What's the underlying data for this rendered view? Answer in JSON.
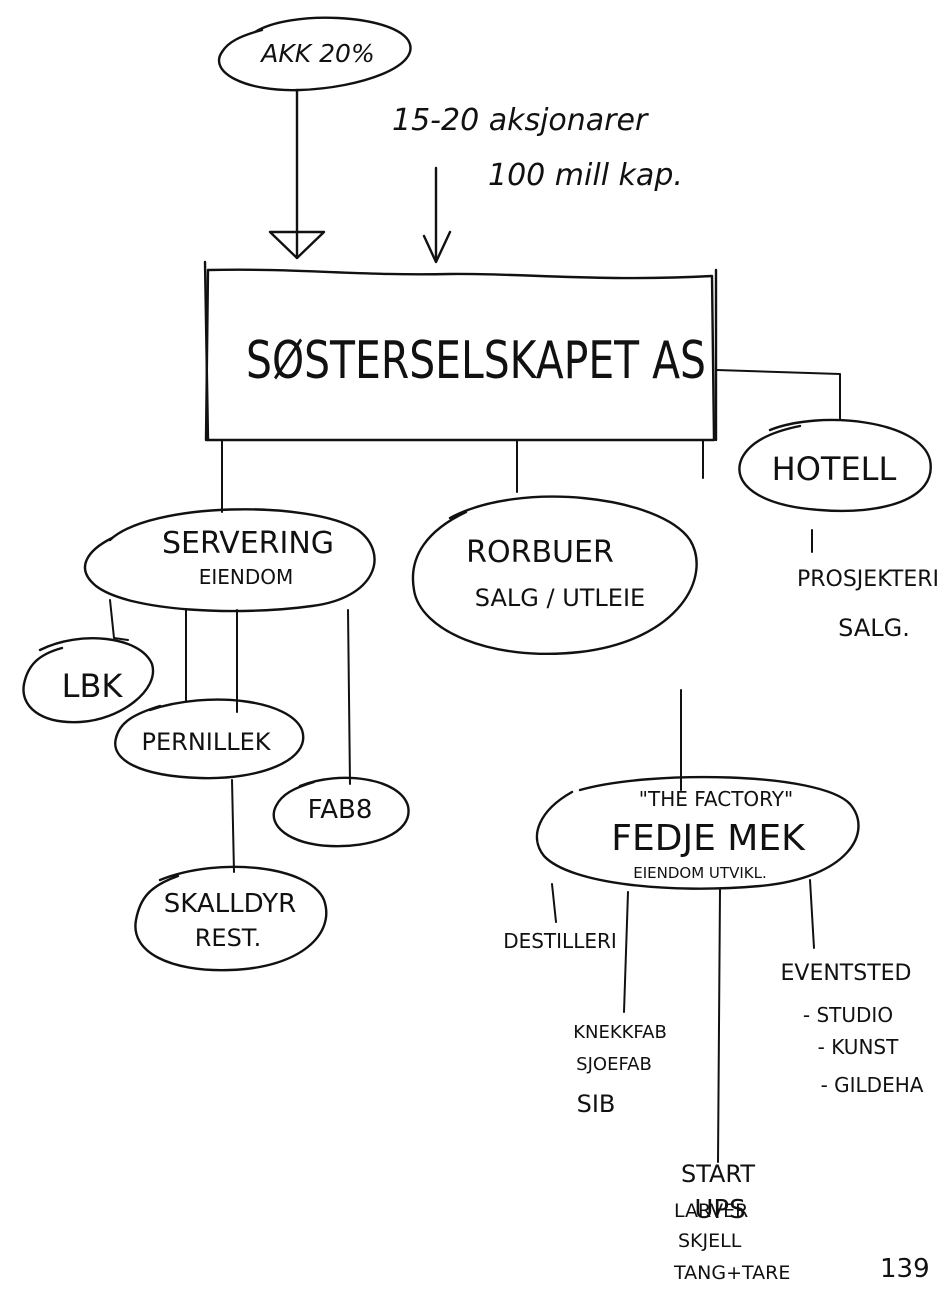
{
  "top_note": "AKK 20%",
  "investors_line1": "15-20 aksjonarer",
  "investors_line2": "100 mill kap.",
  "main_company": "SØSTERSELSKAPET AS",
  "hotel": "HOTELL",
  "hotel_sub_line1": "PROSJEKTERI",
  "hotel_sub_line2": "SALG.",
  "servering_line1": "SERVERING",
  "servering_line2": "EIENDOM",
  "rorbuer_line1": "RORBUER",
  "rorbuer_line2": "SALG / UTLEIE",
  "lbk": "LBK",
  "pernillek": "PERNILLEK",
  "fab8": "FAB8",
  "skalldyr_line1": "SKALLDYR",
  "skalldyr_line2": "REST.",
  "factory_quote": "\"THE FACTORY\"",
  "factory_name": "FEDJE MEK",
  "factory_sub": "EIENDOM UTVIKL.",
  "destilleri": "DESTILLERI",
  "knekk_line1": "KNEKKFAB",
  "knekk_line2": "SJOEFAB",
  "knekk_line3": "SIB",
  "startups_line1": "START",
  "startups_line2": "UPS",
  "startups_line3": "LARVER",
  "startups_line4": "SKJELL",
  "startups_line5": "TANG+TARE",
  "event_line1": "EVENTSTED",
  "event_line2": "- STUDIO",
  "event_line3": "- KUNST",
  "event_line4": "- GILDEHA",
  "page_number": "139"
}
